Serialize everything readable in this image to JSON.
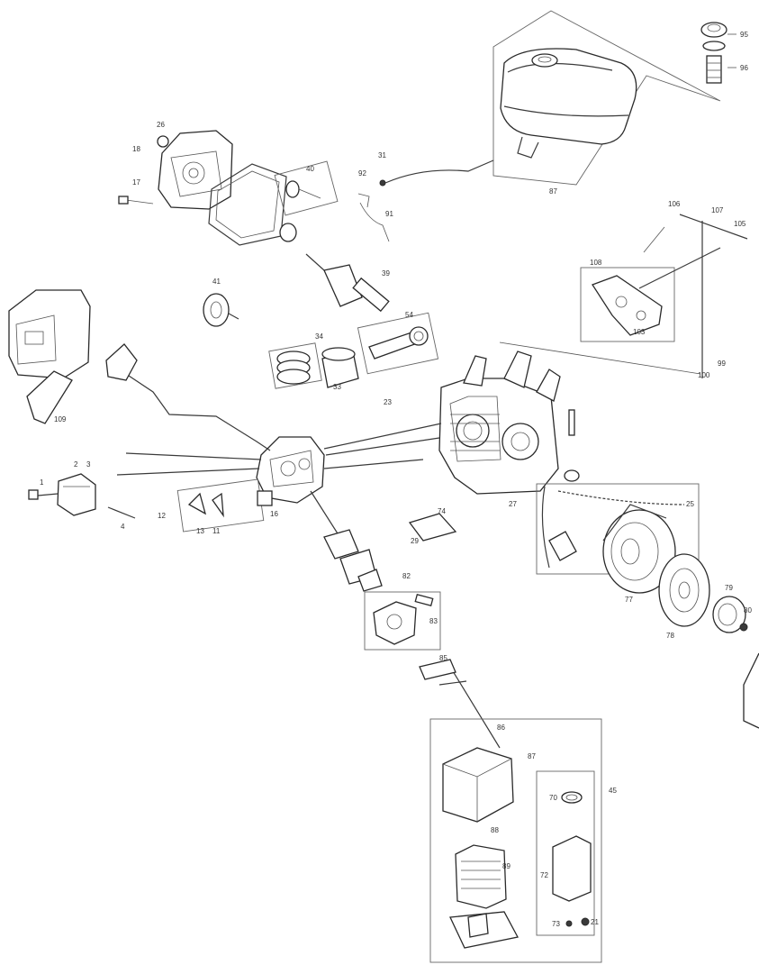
{
  "diagram": {
    "labels": [
      {
        "id": "l26",
        "text": "26"
      },
      {
        "id": "l18",
        "text": "18"
      },
      {
        "id": "l17",
        "text": "17"
      },
      {
        "id": "l40",
        "text": "40"
      },
      {
        "id": "l41",
        "text": "41"
      },
      {
        "id": "l31",
        "text": "31"
      },
      {
        "id": "l92",
        "text": "92"
      },
      {
        "id": "l91",
        "text": "91"
      },
      {
        "id": "l87",
        "text": "87"
      },
      {
        "id": "l95",
        "text": "95"
      },
      {
        "id": "l96",
        "text": "96"
      },
      {
        "id": "l106",
        "text": "106"
      },
      {
        "id": "l107",
        "text": "107"
      },
      {
        "id": "l105",
        "text": "105"
      },
      {
        "id": "l103",
        "text": "103"
      },
      {
        "id": "l39",
        "text": "39"
      },
      {
        "id": "l34",
        "text": "34"
      },
      {
        "id": "l33",
        "text": "33"
      },
      {
        "id": "l54",
        "text": "54"
      },
      {
        "id": "l99",
        "text": "99"
      },
      {
        "id": "l100",
        "text": "100"
      },
      {
        "id": "l23",
        "text": "23"
      },
      {
        "id": "l25",
        "text": "25"
      },
      {
        "id": "l27",
        "text": "27"
      },
      {
        "id": "l77",
        "text": "77"
      },
      {
        "id": "l78",
        "text": "78"
      },
      {
        "id": "l79",
        "text": "79"
      },
      {
        "id": "l80",
        "text": "80"
      },
      {
        "id": "l82",
        "text": "82"
      },
      {
        "id": "l83",
        "text": "83"
      },
      {
        "id": "l85",
        "text": "85"
      },
      {
        "id": "l86",
        "text": "86"
      },
      {
        "id": "l87b",
        "text": "87"
      },
      {
        "id": "l88",
        "text": "88"
      },
      {
        "id": "l89",
        "text": "89"
      },
      {
        "id": "l70",
        "text": "70"
      },
      {
        "id": "l72",
        "text": "72"
      },
      {
        "id": "l73",
        "text": "73"
      },
      {
        "id": "l21",
        "text": "21"
      },
      {
        "id": "l45",
        "text": "45"
      },
      {
        "id": "l2",
        "text": "2"
      },
      {
        "id": "l3",
        "text": "3"
      },
      {
        "id": "l1",
        "text": "1"
      },
      {
        "id": "l4",
        "text": "4"
      },
      {
        "id": "l12",
        "text": "12"
      },
      {
        "id": "l13",
        "text": "13"
      },
      {
        "id": "l11",
        "text": "11"
      },
      {
        "id": "l16",
        "text": "16"
      },
      {
        "id": "l29",
        "text": "29"
      },
      {
        "id": "l74",
        "text": "74"
      },
      {
        "id": "l108",
        "text": "108"
      },
      {
        "id": "l109",
        "text": "109"
      }
    ]
  }
}
